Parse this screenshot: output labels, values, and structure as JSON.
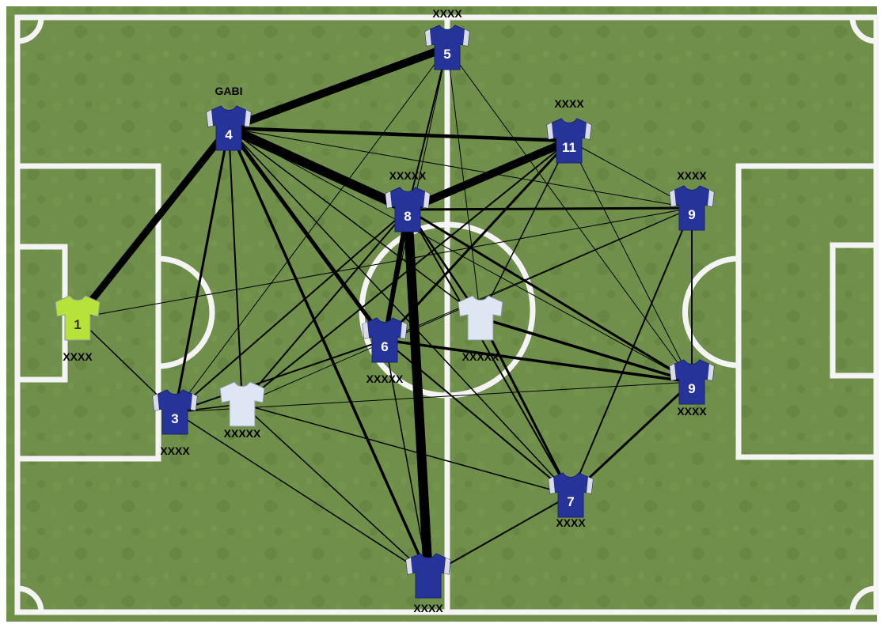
{
  "colors": {
    "grass": "#6f8f4a",
    "grass_dark": "#5d7d3c",
    "line": "#f4f4f4",
    "edge": "#000000",
    "shirt_blue": "#26349a",
    "shirt_trim": "#d9dbe6",
    "shirt_white": "#dde6f2",
    "shirt_gk": "#b6e23a"
  },
  "players": [
    {
      "id": "gk",
      "number": "1",
      "label": "XXXX",
      "kit": "goalkeeper"
    },
    {
      "id": "p4",
      "number": "4",
      "label": "GABI",
      "kit": "blue"
    },
    {
      "id": "p5",
      "number": "5",
      "label": "XXXX",
      "kit": "blue"
    },
    {
      "id": "p11",
      "number": "11",
      "label": "XXXX",
      "kit": "blue"
    },
    {
      "id": "p8",
      "number": "8",
      "label": "XXXXX",
      "kit": "blue"
    },
    {
      "id": "p9a",
      "number": "9",
      "label": "XXXX",
      "kit": "blue"
    },
    {
      "id": "p6",
      "number": "6",
      "label": "XXXXX",
      "kit": "blue"
    },
    {
      "id": "pw1",
      "number": "",
      "label": "XXXXX",
      "kit": "white"
    },
    {
      "id": "p3",
      "number": "3",
      "label": "XXXX",
      "kit": "blue"
    },
    {
      "id": "pw2",
      "number": "",
      "label": "XXXXX",
      "kit": "white"
    },
    {
      "id": "p9b",
      "number": "9",
      "label": "XXXX",
      "kit": "blue"
    },
    {
      "id": "p7",
      "number": "7",
      "label": "XXXX",
      "kit": "blue"
    },
    {
      "id": "pb",
      "number": "",
      "label": "XXXX",
      "kit": "blue"
    }
  ],
  "passes": [
    {
      "from": "gk",
      "to": "p4",
      "weight": 9
    },
    {
      "from": "gk",
      "to": "p3",
      "weight": 1.5
    },
    {
      "from": "gk",
      "to": "p9a",
      "weight": 1
    },
    {
      "from": "p4",
      "to": "p5",
      "weight": 10
    },
    {
      "from": "p4",
      "to": "p8",
      "weight": 12
    },
    {
      "from": "p4",
      "to": "p11",
      "weight": 4.5
    },
    {
      "from": "p4",
      "to": "p6",
      "weight": 5
    },
    {
      "from": "p4",
      "to": "p3",
      "weight": 3
    },
    {
      "from": "p4",
      "to": "pw2",
      "weight": 2
    },
    {
      "from": "p4",
      "to": "pb",
      "weight": 3.5
    },
    {
      "from": "p4",
      "to": "pw1",
      "weight": 1.5
    },
    {
      "from": "p4",
      "to": "p9a",
      "weight": 1
    },
    {
      "from": "p4",
      "to": "p9b",
      "weight": 1
    },
    {
      "from": "p4",
      "to": "p7",
      "weight": 1.5
    },
    {
      "from": "p5",
      "to": "p8",
      "weight": 2
    },
    {
      "from": "p5",
      "to": "pw1",
      "weight": 1
    },
    {
      "from": "p5",
      "to": "p9b",
      "weight": 1
    },
    {
      "from": "p5",
      "to": "p3",
      "weight": 1
    },
    {
      "from": "p5",
      "to": "p6",
      "weight": 1
    },
    {
      "from": "p8",
      "to": "p11",
      "weight": 10
    },
    {
      "from": "p8",
      "to": "pb",
      "weight": 12
    },
    {
      "from": "p8",
      "to": "p6",
      "weight": 6
    },
    {
      "from": "p8",
      "to": "p9a",
      "weight": 3
    },
    {
      "from": "p8",
      "to": "p9b",
      "weight": 3
    },
    {
      "from": "p8",
      "to": "pw1",
      "weight": 2.5
    },
    {
      "from": "p8",
      "to": "p3",
      "weight": 2
    },
    {
      "from": "p8",
      "to": "pw2",
      "weight": 2
    },
    {
      "from": "p8",
      "to": "p7",
      "weight": 2
    },
    {
      "from": "p11",
      "to": "p6",
      "weight": 3
    },
    {
      "from": "p11",
      "to": "pw1",
      "weight": 1.5
    },
    {
      "from": "p11",
      "to": "pw2",
      "weight": 2
    },
    {
      "from": "p11",
      "to": "p9b",
      "weight": 1
    },
    {
      "from": "p11",
      "to": "p9a",
      "weight": 1
    },
    {
      "from": "p9a",
      "to": "p9b",
      "weight": 2
    },
    {
      "from": "p9a",
      "to": "p7",
      "weight": 2
    },
    {
      "from": "p9a",
      "to": "pw2",
      "weight": 1
    },
    {
      "from": "p9a",
      "to": "p6",
      "weight": 1
    },
    {
      "from": "p6",
      "to": "p9b",
      "weight": 3.5
    },
    {
      "from": "p6",
      "to": "p3",
      "weight": 2
    },
    {
      "from": "p6",
      "to": "p7",
      "weight": 2
    },
    {
      "from": "p6",
      "to": "pb",
      "weight": 1.5
    },
    {
      "from": "pw1",
      "to": "p9b",
      "weight": 3.5
    },
    {
      "from": "pw1",
      "to": "p7",
      "weight": 3
    },
    {
      "from": "p3",
      "to": "pw2",
      "weight": 1.5
    },
    {
      "from": "p3",
      "to": "pb",
      "weight": 1.5
    },
    {
      "from": "p3",
      "to": "p9b",
      "weight": 1
    },
    {
      "from": "pw2",
      "to": "pb",
      "weight": 1.5
    },
    {
      "from": "pw2",
      "to": "p7",
      "weight": 1.5
    },
    {
      "from": "p7",
      "to": "p9b",
      "weight": 3
    },
    {
      "from": "p7",
      "to": "pb",
      "weight": 2
    }
  ]
}
